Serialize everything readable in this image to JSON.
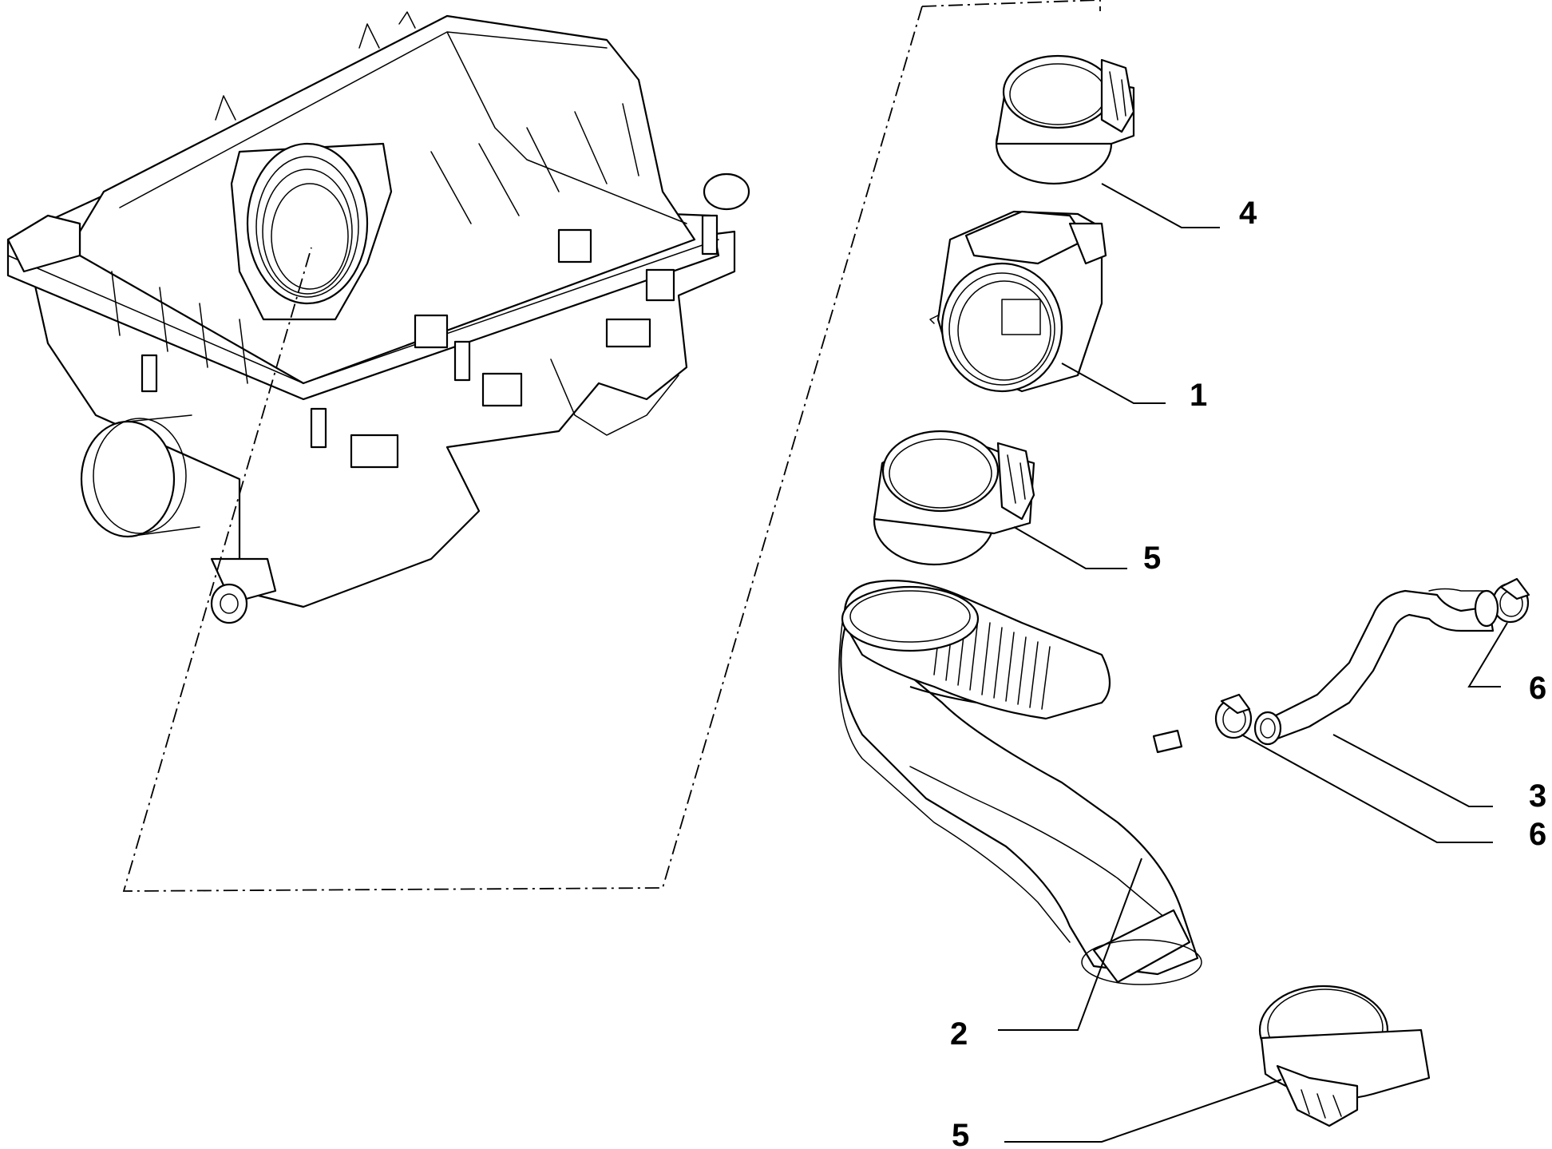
{
  "callouts": [
    {
      "id": "c4",
      "label": "4"
    },
    {
      "id": "c1",
      "label": "1"
    },
    {
      "id": "c5a",
      "label": "5"
    },
    {
      "id": "c6a",
      "label": "6"
    },
    {
      "id": "c3",
      "label": "3"
    },
    {
      "id": "c6b",
      "label": "6"
    },
    {
      "id": "c2",
      "label": "2"
    },
    {
      "id": "c5b",
      "label": "5"
    }
  ],
  "icons": {
    "air_filter_housing": "air-filter-housing-icon",
    "clamp": "hose-clamp-icon",
    "flow_meter": "air-flow-meter-icon",
    "intake_hose": "intake-hose-icon",
    "breather_pipe": "breather-pipe-icon"
  }
}
